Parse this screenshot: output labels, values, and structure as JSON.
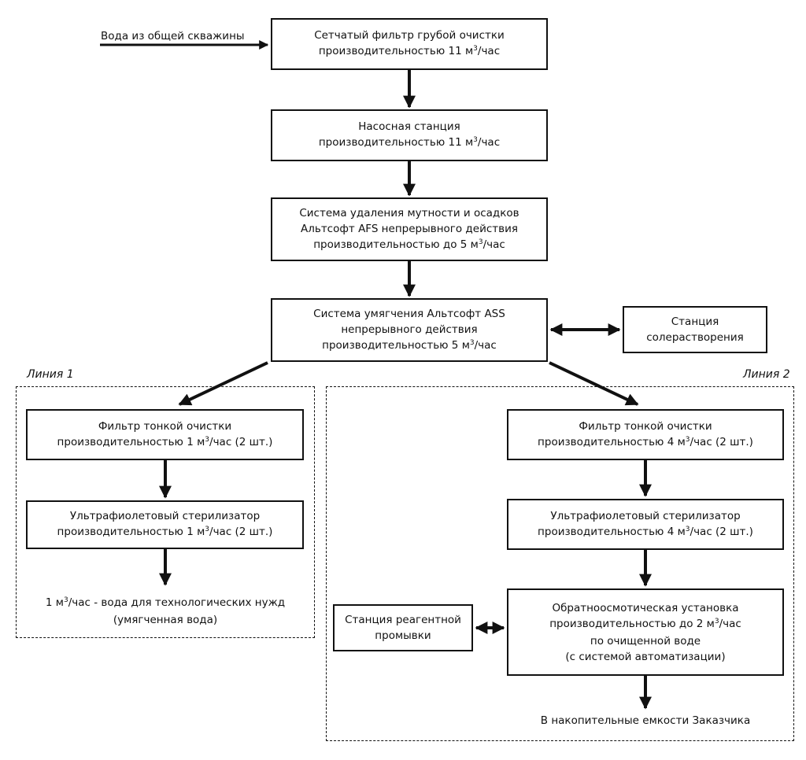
{
  "source": {
    "label": "Вода из общей скважины"
  },
  "boxes": {
    "mesh_filter": {
      "line1": "Сетчатый фильтр грубой очистки",
      "line2_pre": "производительностью 11 м",
      "sup": "3",
      "line2_post": "/час"
    },
    "pump": {
      "line1": "Насосная станция",
      "line2_pre": "производительностью 11 м",
      "sup": "3",
      "line2_post": "/час"
    },
    "turbidity": {
      "line1": "Система удаления мутности и осадков",
      "line2": "Альтсофт AFS непрерывного действия",
      "line3_pre": "производительностью до 5 м",
      "sup": "3",
      "line3_post": "/час"
    },
    "softening": {
      "line1": "Система умягчения Альтсофт ASS",
      "line2": "непрерывного действия",
      "line3_pre": "производительностью 5 м",
      "sup": "3",
      "line3_post": "/час"
    },
    "salt_station": {
      "line1": "Станция",
      "line2": "солерастворения"
    },
    "l1_fine_filter": {
      "line1": "Фильтр тонкой очистки",
      "line2_pre": "производительностью 1 м",
      "sup": "3",
      "line2_post": "/час  (2 шт.)"
    },
    "l1_uv": {
      "line1": "Ультрафиолетовый стерилизатор",
      "line2_pre": "производительностью 1 м",
      "sup": "3",
      "line2_post": "/час  (2 шт.)"
    },
    "l2_fine_filter": {
      "line1": "Фильтр тонкой очистки",
      "line2_pre": "производительностью 4 м",
      "sup": "3",
      "line2_post": "/час (2 шт.)"
    },
    "l2_uv": {
      "line1": "Ультрафиолетовый стерилизатор",
      "line2_pre": "производительностью 4 м",
      "sup": "3",
      "line2_post": "/час (2 шт.)"
    },
    "ro": {
      "line1": "Обратноосмотическая установка",
      "line2_pre": "производительностью до 2 м",
      "sup": "3",
      "line2_post": "/час",
      "line3": "по очищенной воде",
      "line4": "(с системой автоматизации)"
    },
    "reagent": {
      "line1": "Станция реагентной",
      "line2": "промывки"
    }
  },
  "outputs": {
    "line1": {
      "pre": "1 м",
      "sup": "3",
      "post": "/час - вода для технологических нужд",
      "line2": "(умягченная вода)"
    },
    "line2": {
      "text": "В накопительные емкости Заказчика"
    }
  },
  "groups": {
    "line1_label": "Линия 1",
    "line2_label": "Линия 2"
  }
}
